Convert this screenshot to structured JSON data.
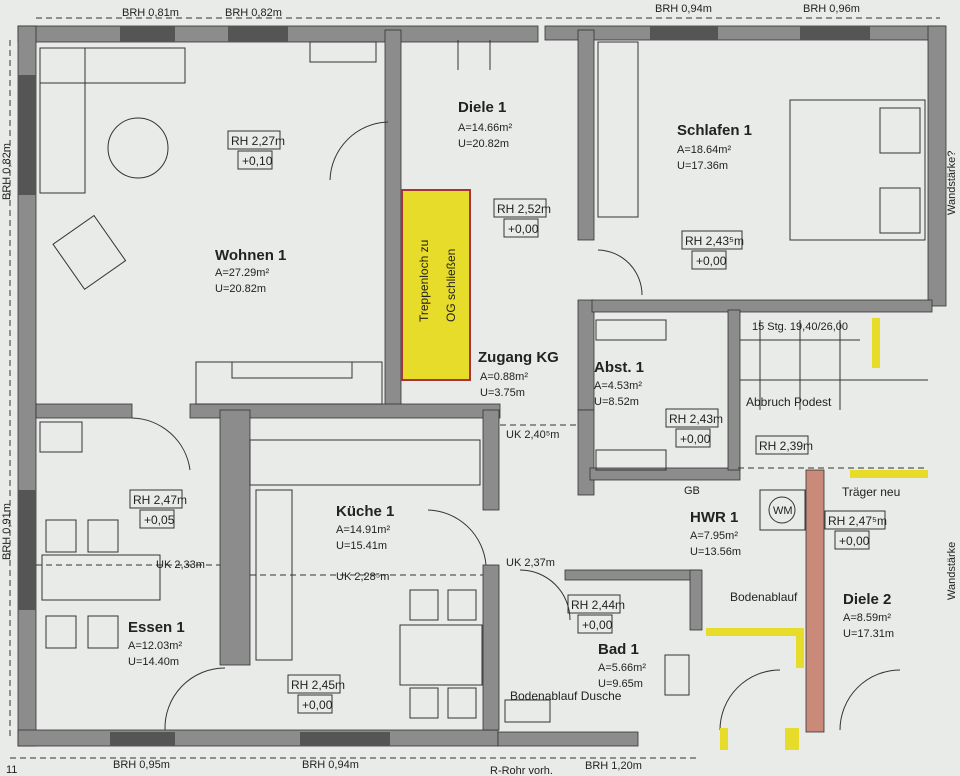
{
  "rooms": [
    {
      "name": "Wohnen 1",
      "area": "A=27.29m²",
      "perimeter": "U=20.82m"
    },
    {
      "name": "Diele 1",
      "area": "A=14.66m²",
      "perimeter": "U=20.82m"
    },
    {
      "name": "Schlafen 1",
      "area": "A=18.64m²",
      "perimeter": "U=17.36m"
    },
    {
      "name": "Zugang KG",
      "area": "A=0.88m²",
      "perimeter": "U=3.75m"
    },
    {
      "name": "Abst. 1",
      "area": "A=4.53m²",
      "perimeter": "U=8.52m"
    },
    {
      "name": "Küche 1",
      "area": "A=14.91m²",
      "perimeter": "U=15.41m"
    },
    {
      "name": "Essen 1",
      "area": "A=12.03m²",
      "perimeter": "U=14.40m"
    },
    {
      "name": "HWR 1",
      "area": "A=7.95m²",
      "perimeter": "U=13.56m"
    },
    {
      "name": "Bad 1",
      "area": "A=5.66m²",
      "perimeter": "U=9.65m"
    },
    {
      "name": "Diele 2",
      "area": "A=8.59m²",
      "perimeter": "U=17.31m"
    }
  ],
  "height_tags": [
    {
      "rh": "RH 2,27m",
      "level": "+0,10"
    },
    {
      "rh": "RH 2,52m",
      "level": "+0,00"
    },
    {
      "rh": "RH 2,43⁵m",
      "level": "+0,00"
    },
    {
      "rh": "RH 2,43m",
      "level": "+0,00"
    },
    {
      "rh": "RH 2,47m",
      "level": "+0,05"
    },
    {
      "rh": "RH 2,47⁵m",
      "level": "+0,00"
    },
    {
      "rh": "RH 2,44m",
      "level": "+0,00"
    },
    {
      "rh": "RH 2,45m",
      "level": "+0,00"
    },
    {
      "rh": "RH 2,39m",
      "level": ""
    }
  ],
  "dimensions": {
    "top": [
      "BRH 0,81m",
      "BRH 0,82m",
      "BRH 0,94m",
      "BRH 0,96m"
    ],
    "bottom": [
      "BRH 0,95m",
      "BRH 0,94m",
      "BRH 1,20m"
    ],
    "left": [
      "BRH 0,82m",
      "BRH 0,91m"
    ],
    "uk": [
      "UK 2,40⁵m",
      "UK 2,33m",
      "UK 2,28⁵m",
      "UK 2,37m"
    ]
  },
  "notes": {
    "stair_hole": [
      "Treppenloch zu",
      "OG schließen"
    ],
    "stairs": "15 Stg. 19,40/26,00",
    "landing": "Abbruch Podest",
    "beam": "Träger neu",
    "drain_hwr": "Bodenablauf",
    "drain_shower": "Bodenablauf Dusche",
    "pipe": "R-Rohr vorh.",
    "wall_right": "Wandstärke?",
    "wall_right2": "Wandstärke",
    "gb": "GB",
    "wm": "WM",
    "page": "11"
  },
  "colors": {
    "wall": "#8c8c8c",
    "paper": "#e9ebe8",
    "highlight": "#e8dc2a",
    "brick": "#c98a7a"
  }
}
